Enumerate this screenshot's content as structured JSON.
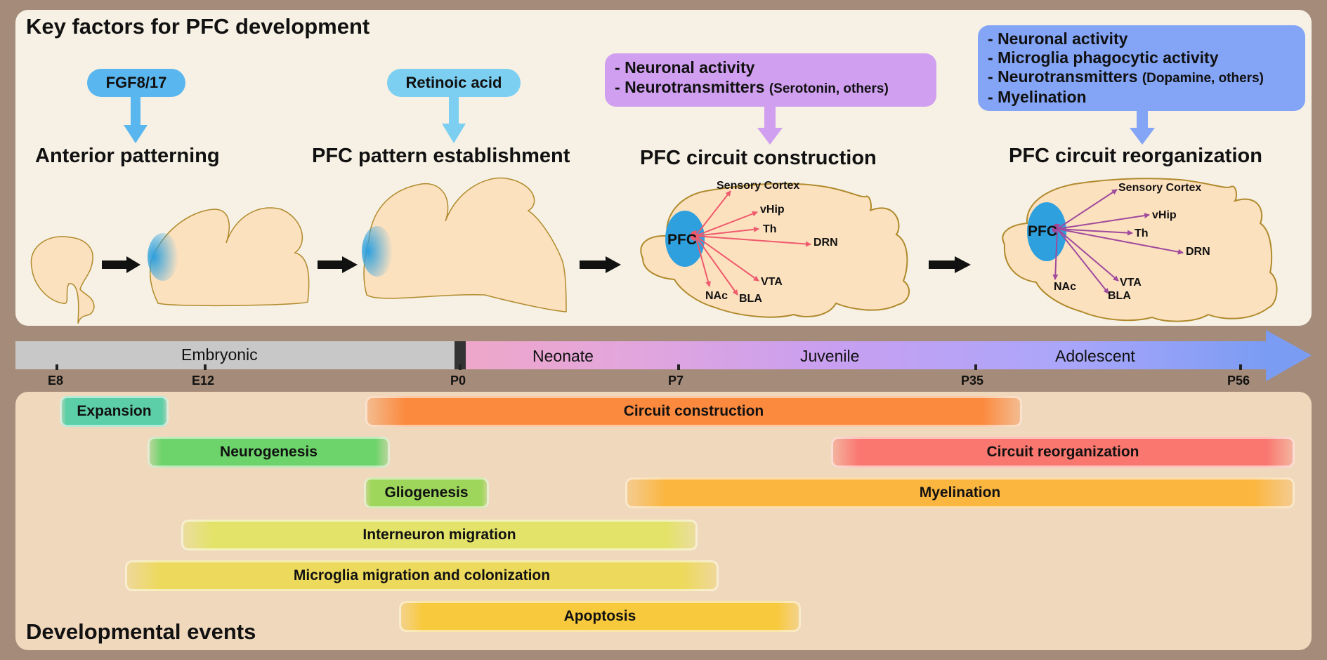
{
  "top_title": "Key factors for PFC development",
  "bottom_title": "Developmental events",
  "factors": {
    "fgf": "FGF8/17",
    "retinoic": "Retinoic acid",
    "construction": [
      "Neuronal activity",
      "Neurotransmitters"
    ],
    "construction_note": "(Serotonin, others)",
    "reorganization": [
      "Neuronal activity",
      "Microglia phagocytic activity",
      "Neurotransmitters",
      "Myelination"
    ],
    "reorganization_note": "(Dopamine, others)",
    "bullet": "-"
  },
  "stages": {
    "anterior": "Anterior patterning",
    "establishment": "PFC pattern establishment",
    "construction": "PFC circuit construction",
    "reorganization": "PFC circuit reorganization"
  },
  "pfc": "PFC",
  "targets": {
    "sensory": "Sensory Cortex",
    "vhip": "vHip",
    "th": "Th",
    "drn": "DRN",
    "vta": "VTA",
    "bla": "BLA",
    "nac": "NAc"
  },
  "timeline": {
    "stages": [
      "Embryonic",
      "Neonate",
      "Juvenile",
      "Adolescent"
    ],
    "ticks": [
      "E8",
      "E12",
      "P0",
      "P7",
      "P35",
      "P56"
    ]
  },
  "events": [
    {
      "label": "Expansion",
      "color": "#5ccfa9"
    },
    {
      "label": "Circuit construction",
      "color": "#fb8a3f"
    },
    {
      "label": "Neurogenesis",
      "color": "#6dd36b"
    },
    {
      "label": "Circuit reorganization",
      "color": "#fa7770"
    },
    {
      "label": "Gliogenesis",
      "color": "#9ed65c"
    },
    {
      "label": "Myelination",
      "color": "#fbb640"
    },
    {
      "label": "Interneuron migration",
      "color": "#e3e36a"
    },
    {
      "label": "Microglia migration and colonization",
      "color": "#edd95c"
    },
    {
      "label": "Apoptosis",
      "color": "#f8c93c"
    }
  ],
  "colors": {
    "brain_fill": "#fce1bf",
    "brain_stroke": "#b08a2c",
    "pfc_blue": "#2ea0de",
    "construction_arrow": "#ef5a6c",
    "reorganization_arrow": "#a04a9c",
    "fgf_pill": "#5ab6ee",
    "retinoic_pill": "#7ccff1",
    "construction_box": "#d09ff0",
    "reorganization_box": "#84a4f6"
  }
}
